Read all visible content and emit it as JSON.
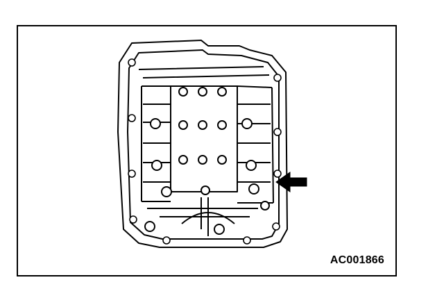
{
  "figure": {
    "id_label": "AC001866",
    "subject": "valve-body-top-view",
    "pointer": "arrow-left"
  },
  "colors": {
    "line": "#000000",
    "background": "#ffffff"
  }
}
